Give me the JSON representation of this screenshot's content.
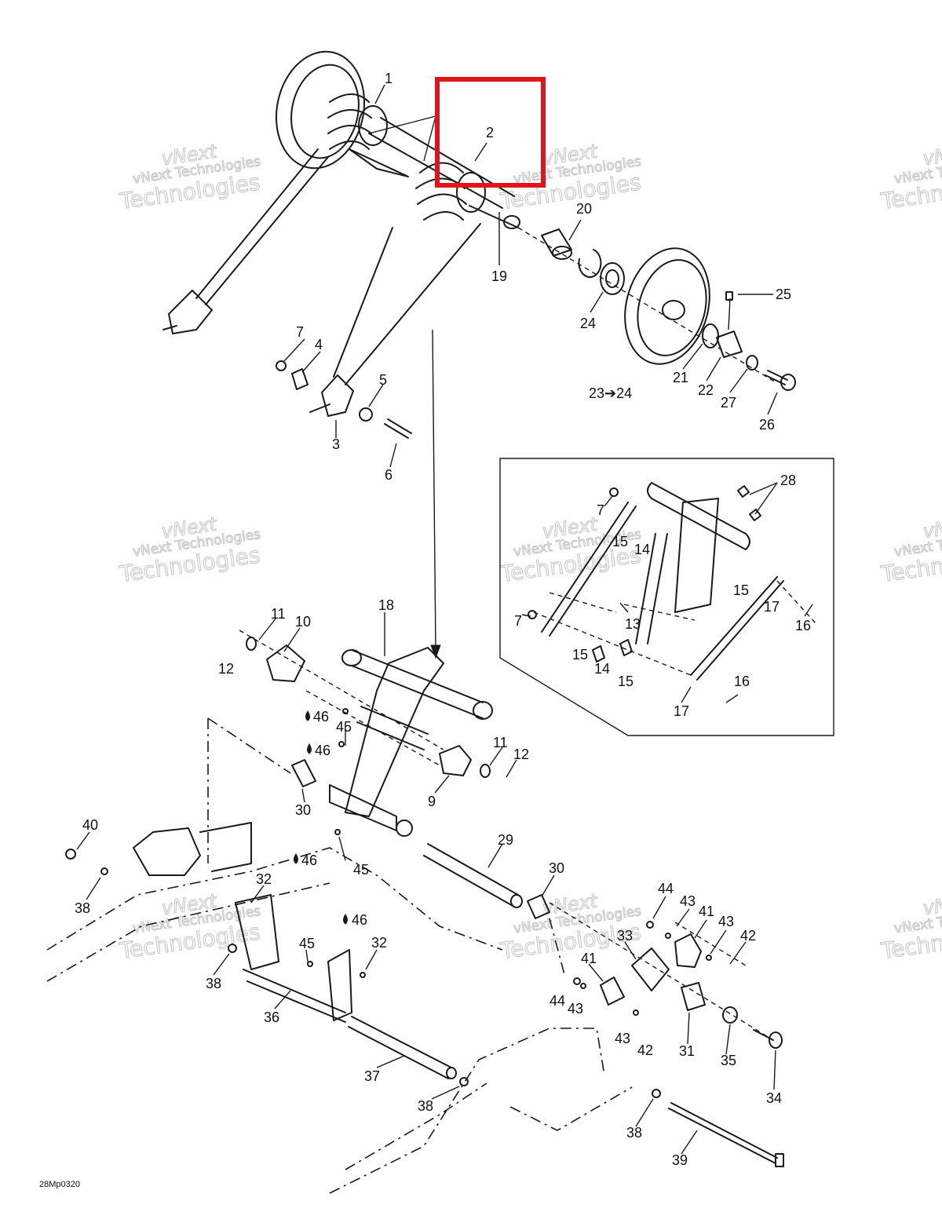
{
  "diagram": {
    "labels": {
      "p1": "1",
      "p2": "2",
      "p3": "3",
      "p4": "4",
      "p5": "5",
      "p6": "6",
      "p7": "7",
      "p9": "9",
      "p10": "10",
      "p11": "11",
      "p12": "12",
      "p13": "13",
      "p14": "14",
      "p15": "15",
      "p16": "16",
      "p17": "17",
      "p18": "18",
      "p19": "19",
      "p20": "20",
      "p21": "21",
      "p22": "22",
      "p23_24": "23➔24",
      "p24": "24",
      "p25": "25",
      "p26": "26",
      "p27": "27",
      "p28": "28",
      "p29": "29",
      "p30": "30",
      "p31": "31",
      "p32": "32",
      "p33": "33",
      "p34": "34",
      "p35": "35",
      "p36": "36",
      "p37": "37",
      "p38": "38",
      "p39": "39",
      "p40": "40",
      "p41": "41",
      "p42": "42",
      "p43": "43",
      "p44": "44",
      "p45": "45",
      "p46": "46"
    },
    "figure_code": "28Mp0320",
    "watermark": {
      "line1": "vNext",
      "line2": "vNext Technologies",
      "line3": "Technologies"
    },
    "highlight_color": "#e0151b"
  }
}
